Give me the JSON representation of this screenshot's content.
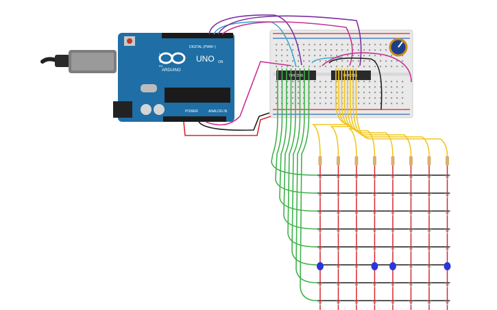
{
  "colors": {
    "board": "#1f6ea5",
    "breadboard": "#e9e9e9",
    "rail_red": "#d9262b",
    "rail_blue": "#2f6db4",
    "wire_green": "#3fb24a",
    "wire_yellow": "#f2c51e",
    "wire_red": "#d9262b",
    "wire_black": "#1a1a1a",
    "wire_purple": "#7a2ea0",
    "wire_magenta": "#c7318f",
    "wire_cyan": "#3aa7cf",
    "led_on": "#2b36d9"
  },
  "arduino": {
    "brand": "ARDUINO",
    "model": "UNO",
    "digital_label": "DIGITAL (PWM~)",
    "power_label": "POWER",
    "analog_label": "ANALOG IN",
    "on_label": "ON",
    "tx_label": "TX",
    "rx_label": "RX",
    "l_label": "L"
  },
  "chips": {
    "left": "74HC595",
    "right": "74HC595"
  },
  "icons": {
    "usb": "usb-cable-icon",
    "potentiometer": "potentiometer-icon"
  },
  "led_matrix": {
    "rows": 8,
    "cols": 8,
    "lit": [
      [
        5,
        0
      ],
      [
        5,
        3
      ],
      [
        5,
        4
      ],
      [
        5,
        7
      ]
    ]
  }
}
